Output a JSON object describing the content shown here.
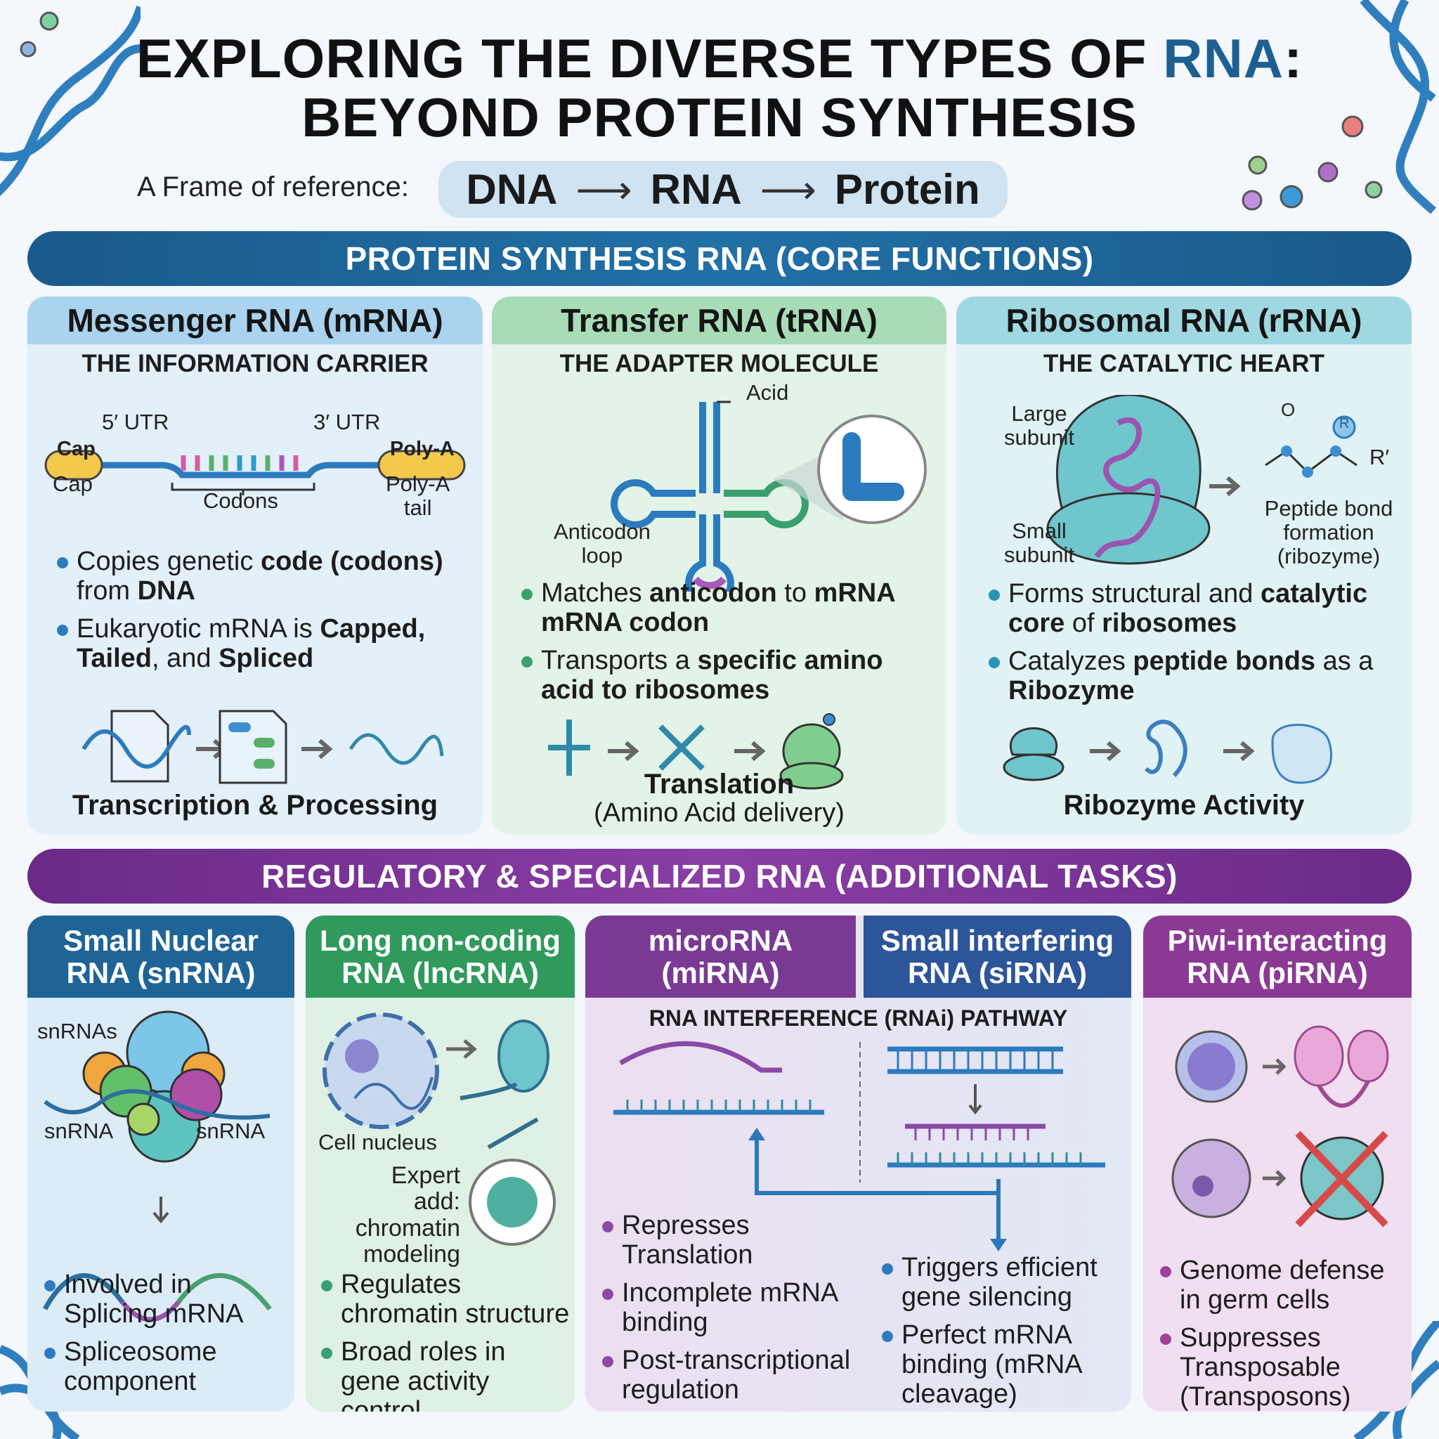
{
  "title": {
    "line1_prefix": "EXPLORING THE DIVERSE TYPES OF ",
    "line1_accent": "RNA",
    "line1_suffix": ":",
    "line2": "BEYOND PROTEIN SYNTHESIS"
  },
  "frame": {
    "label": "A Frame of reference:",
    "steps": [
      "DNA",
      "RNA",
      "Protein"
    ],
    "arrow": "⟶"
  },
  "banner_core": "PROTEIN SYNTHESIS RNA (CORE FUNCTIONS)",
  "banner_regulatory": "REGULATORY & SPECIALIZED RNA (ADDITIONAL TASKS)",
  "colors": {
    "blue": "#1e5f92",
    "green": "#3a9e6a",
    "purple": "#7a3a94",
    "mrna_head": "#a9d3ee",
    "trna_head": "#a7dcb7",
    "rrna_head": "#9fd8e0"
  },
  "mrna": {
    "title": "Messenger RNA (mRNA)",
    "subtitle": "THE INFORMATION CARRIER",
    "labels": {
      "utr5": "5′ UTR",
      "utr3": "3′ UTR",
      "cap_pill": "Cap",
      "polya_pill": "Poly-A",
      "cap": "Cap",
      "codons": "Codons",
      "polya_tail_1": "Poly-A",
      "polya_tail_2": "tail"
    },
    "bullets": [
      [
        {
          "t": "Copies genetic "
        },
        {
          "t": "code (codons)",
          "b": true
        },
        {
          "t": " from "
        },
        {
          "t": "DNA",
          "b": true
        }
      ],
      [
        {
          "t": "Eukaryotic mRNA is "
        },
        {
          "t": "Capped,",
          "b": true
        },
        {
          "t": " "
        },
        {
          "t": "Tailed",
          "b": true
        },
        {
          "t": ", and "
        },
        {
          "t": "Spliced",
          "b": true
        }
      ]
    ],
    "footer": "Transcription & Processing"
  },
  "trna": {
    "title": "Transfer RNA (tRNA)",
    "subtitle": "THE ADAPTER MOLECULE",
    "labels": {
      "acid": "Acid",
      "anticodon_1": "Anticodon",
      "anticodon_2": "loop",
      "shape": "L"
    },
    "bullets": [
      [
        {
          "t": "Matches "
        },
        {
          "t": "anticodon",
          "b": true
        },
        {
          "t": " to "
        },
        {
          "t": "mRNA mRNA codon",
          "b": true
        }
      ],
      [
        {
          "t": "Transports a "
        },
        {
          "t": "specific amino acid",
          "b": true
        },
        {
          "t": " "
        },
        {
          "t": "to ribosomes",
          "b": true
        }
      ]
    ],
    "footer": "Translation",
    "footer_sub": "(Amino Acid delivery)"
  },
  "rrna": {
    "title": "Ribosomal RNA (rRNA)",
    "subtitle": "THE CATALYTIC HEART",
    "labels": {
      "large_1": "Large",
      "large_2": "subunit",
      "small_1": "Small",
      "small_2": "subunit",
      "o": "O",
      "r": "R",
      "r_prime": "R′",
      "peptide_1": "Peptide bond",
      "peptide_2": "formation",
      "peptide_3": "(ribozyme)"
    },
    "bullets": [
      [
        {
          "t": "Forms structural and "
        },
        {
          "t": "catalytic core",
          "b": true
        },
        {
          "t": " of "
        },
        {
          "t": "ribosomes",
          "b": true
        }
      ],
      [
        {
          "t": "Catalyzes "
        },
        {
          "t": "peptide bonds",
          "b": true
        },
        {
          "t": " as a "
        },
        {
          "t": "Ribozyme",
          "b": true
        }
      ]
    ],
    "footer": "Ribozyme Activity"
  },
  "snrna": {
    "title_1": "Small Nuclear",
    "title_2": "RNA (snRNA)",
    "labels": {
      "snrnas": "snRNAs",
      "snrna_left": "snRNA",
      "snrna_right": "snRNA"
    },
    "bullets": [
      [
        {
          "t": "Involved in Splicing mRNA"
        }
      ],
      [
        {
          "t": "Spliceosome component"
        }
      ]
    ]
  },
  "lncrna": {
    "title_1": "Long non-coding",
    "title_2": "RNA (lncRNA)",
    "labels": {
      "nucleus": "Cell nucleus",
      "expert_1": "Expert add:",
      "expert_2": "chromatin",
      "expert_3": "modeling"
    },
    "bullets": [
      [
        {
          "t": "Regulates chromatin structure"
        }
      ],
      [
        {
          "t": "Broad roles in gene activity control"
        }
      ]
    ]
  },
  "mirna": {
    "title_1": "microRNA",
    "title_2": "(miRNA)",
    "bullets": [
      [
        {
          "t": "Represses Translation"
        }
      ],
      [
        {
          "t": "Incomplete mRNA binding"
        }
      ],
      [
        {
          "t": "Post-transcriptional regulation"
        }
      ]
    ]
  },
  "sirna": {
    "title_1": "Small interfering",
    "title_2": "RNA (siRNA)",
    "bullets": [
      [
        {
          "t": "Triggers efficient gene silencing"
        }
      ],
      [
        {
          "t": "Perfect mRNA binding (mRNA cleavage)"
        }
      ]
    ]
  },
  "rnai_heading": "RNA INTERFERENCE (RNAi) PATHWAY",
  "pirna": {
    "title_1": "Piwi-interacting",
    "title_2": "RNA (piRNA)",
    "bullets": [
      [
        {
          "t": "Genome defense in germ cells"
        }
      ],
      [
        {
          "t": "Suppresses Transposable (Transposons)"
        }
      ]
    ]
  }
}
